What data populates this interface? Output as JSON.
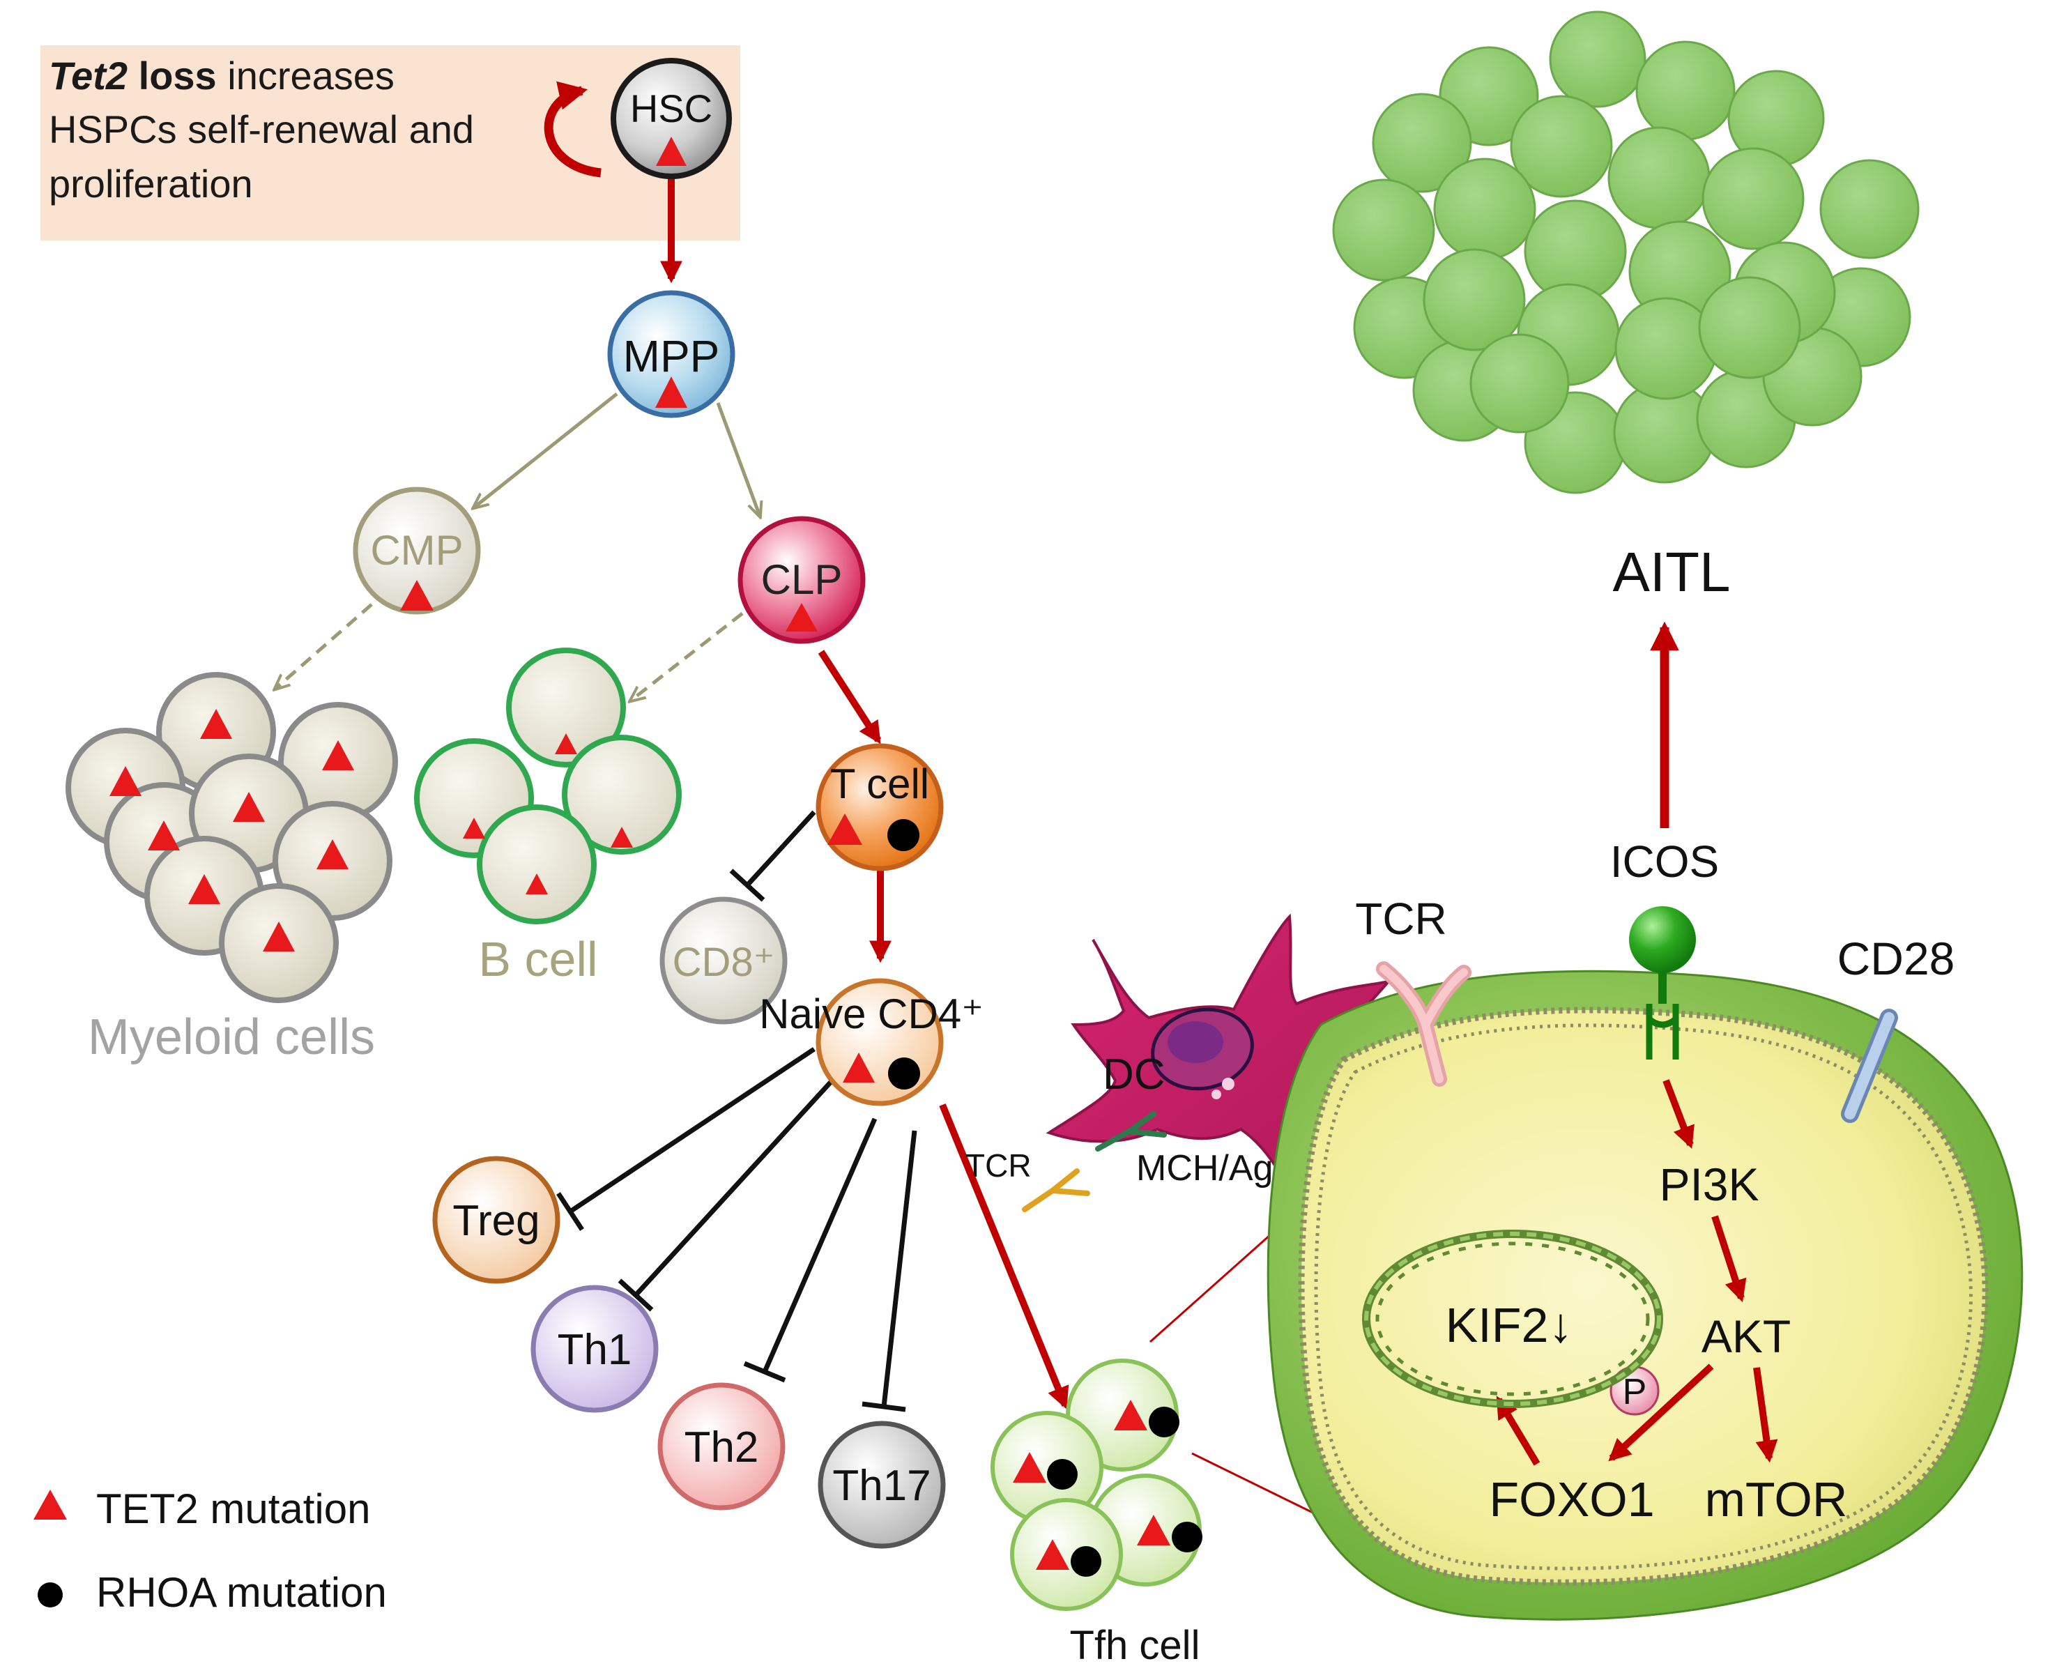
{
  "intro": {
    "line1_emph": "Tet2",
    "line1_bold": " loss",
    "line1_rest": " increases",
    "line2": "HSPCs self-renewal and",
    "line3": "proliferation"
  },
  "nodes": {
    "hsc": "HSC",
    "mpp": "MPP",
    "cmp": "CMP",
    "clp": "CLP",
    "tcell": "T cell",
    "cd8": "CD8⁺",
    "naive": "Naive CD4⁺",
    "treg": "Treg",
    "th1": "Th1",
    "th2": "Th2",
    "th17": "Th17"
  },
  "cluster_labels": {
    "myeloid": "Myeloid cells",
    "bcell": "B cell",
    "tfh": "Tfh cell"
  },
  "dc": {
    "label": "DC",
    "tcr": "TCR",
    "mhc": "MCH/Ag"
  },
  "receptors": {
    "tcr": "TCR",
    "icos": "ICOS",
    "cd28": "CD28"
  },
  "pathway": {
    "pi3k": "PI3K",
    "akt": "AKT",
    "p": "P",
    "foxo1": "FOXO1",
    "mtor": "mTOR",
    "kif2": "KIF2↓"
  },
  "tumor_label": "AITL",
  "legend": {
    "tet2": "TET2 mutation",
    "rhoa": "RHOA mutation"
  },
  "colors": {
    "red_arrow": "#c00000",
    "olive_arrow": "#9c9a72",
    "tet2_marker": "#e8191b",
    "rhoa_marker": "#000000",
    "intro_box": "#fbe3d2",
    "cell_green": "#8ccb5e",
    "cell_yellow": "#f7f3b4"
  }
}
